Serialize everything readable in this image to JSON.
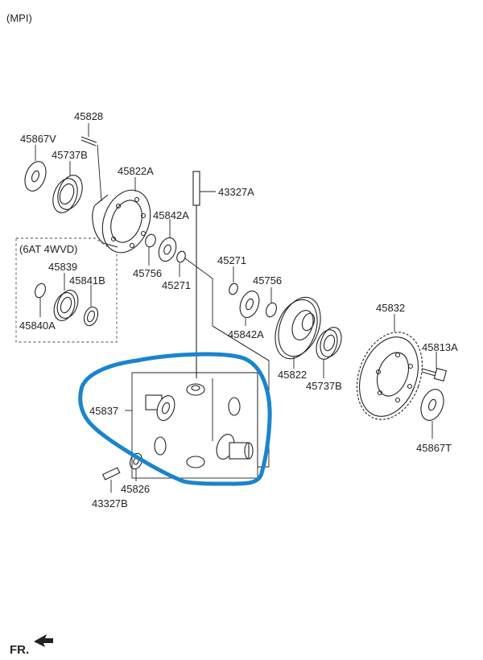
{
  "variant_label": "(MPI)",
  "group_label": "(6AT 4WVD)",
  "front_label": "FR.",
  "colors": {
    "highlight": "#1a84cf",
    "line": "#222222"
  },
  "parts": {
    "p45828": "45828",
    "p45867V": "45867V",
    "p45737B_top": "45737B",
    "p45822A": "45822A",
    "p43327A": "43327A",
    "p45842A_top": "45842A",
    "p45756_left": "45756",
    "p45271_left": "45271",
    "p45271_right": "45271",
    "p45756_right": "45756",
    "p45842A_bottom": "45842A",
    "p45839": "45839",
    "p45841B": "45841B",
    "p45840A": "45840A",
    "p45832": "45832",
    "p45813A": "45813A",
    "p45822": "45822",
    "p45737B_bottom": "45737B",
    "p45837": "45837",
    "p45867T": "45867T",
    "p45826": "45826",
    "p43327B": "43327B"
  }
}
